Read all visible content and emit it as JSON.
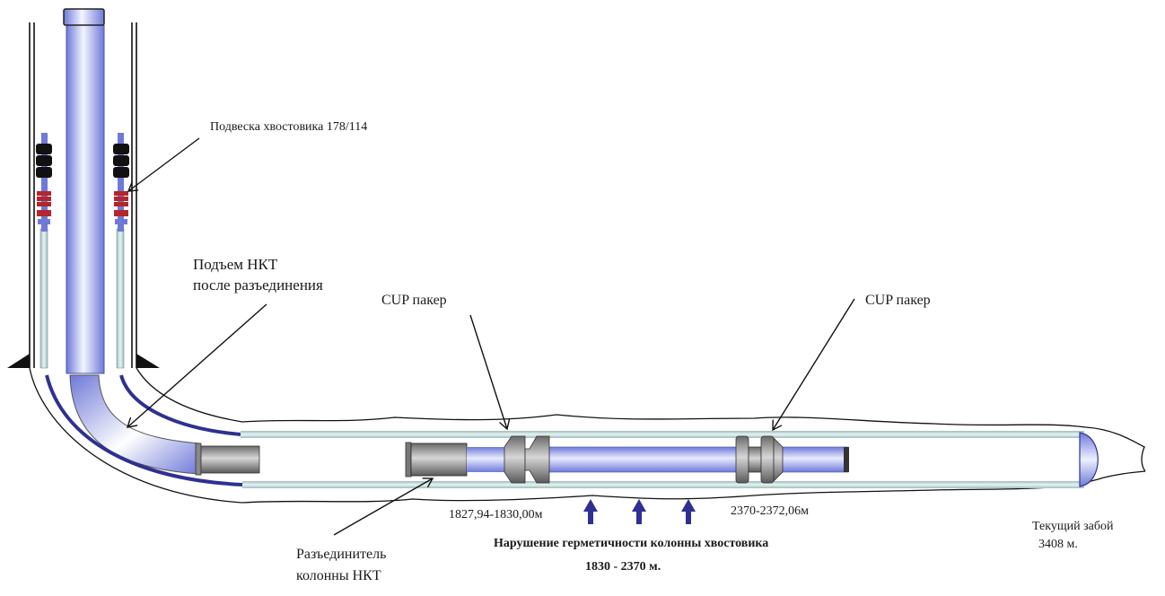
{
  "diagram": {
    "title": "Схема скважины с CUP пакерами",
    "labels": {
      "liner_hanger": "Подвеска хвостовика 178/114",
      "tubing_lift_line1": "Подъем НКТ",
      "tubing_lift_line2": "после разъединения",
      "cup_packer_1": "CUP  пакер",
      "cup_packer_2": "CUP  пакер",
      "disconnector_line1": "Разъединитель",
      "disconnector_line2": "колонны НКТ",
      "depth_packer_1": "1827,94-1830,00м",
      "depth_packer_2": "2370-2372,06м",
      "leak_title": "Нарушение герметичности колонны хвостовика",
      "leak_interval": "1830 - 2370 м.",
      "bottomhole_line1": "Текущий  забой",
      "bottomhole_line2": "3408  м."
    },
    "colors": {
      "tubing_blue": "#7b86e0",
      "liner_dark_blue": "#2e3191",
      "liner_pale": "#c9e3e3",
      "packer_gray": "#8a8a8a",
      "hanger_red": "#b3262b",
      "arrow_blue": "#2e3191"
    },
    "components": [
      {
        "name": "НКТ (вертикальная часть)"
      },
      {
        "name": "Подвеска хвостовика 178/114"
      },
      {
        "name": "Разъединитель колонны НКТ"
      },
      {
        "name": "CUP пакер",
        "depth": "1827,94-1830,00м"
      },
      {
        "name": "CUP пакер",
        "depth": "2370-2372,06м"
      },
      {
        "name": "Текущий забой",
        "depth": "3408 м."
      }
    ]
  }
}
